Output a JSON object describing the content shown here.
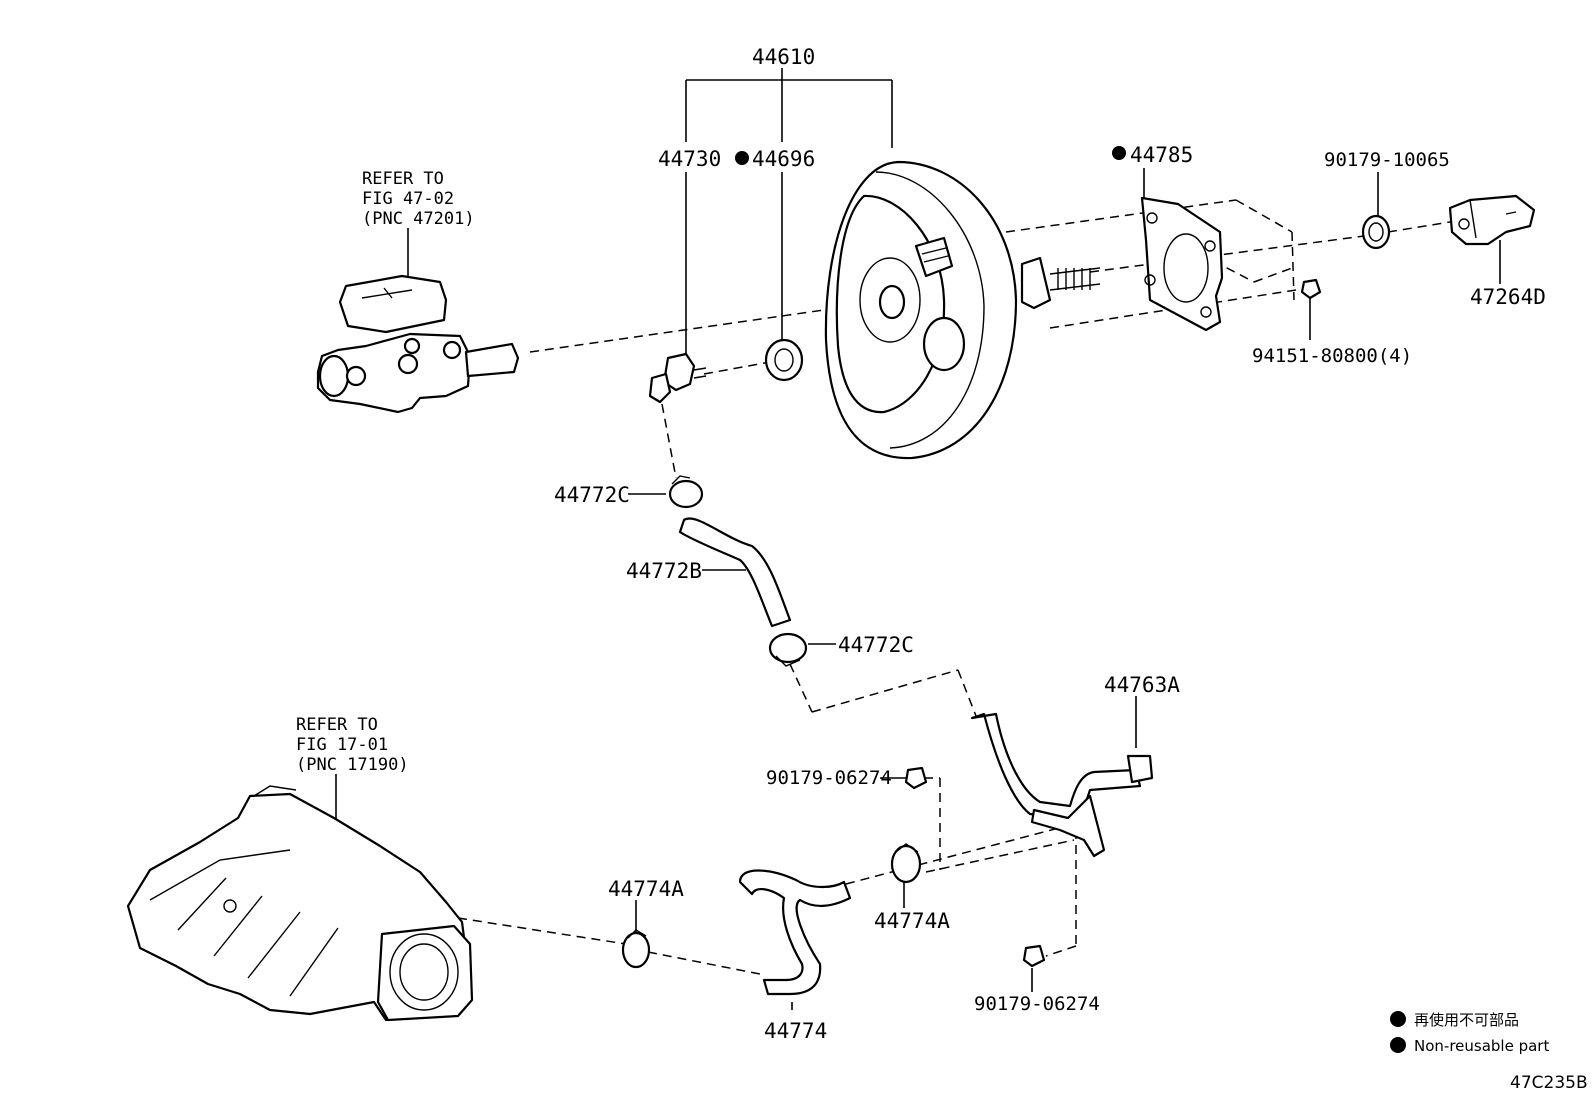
{
  "labels": {
    "booster_assy": "44610",
    "check_valve": "44730",
    "grommet": "44696",
    "gasket": "44785",
    "clevis_pin": "90179-10065",
    "clevis": "47264D",
    "nut_booster": "94151-80800(4)",
    "clip_upper": "44772C",
    "hose_upper": "44772B",
    "clip_mid": "44772C",
    "tube": "44763A",
    "nut_tube_upper": "90179-06274",
    "clip_lower_right": "44774A",
    "clip_lower_left": "44774A",
    "hose_lower": "44774",
    "nut_tube_lower": "90179-06274"
  },
  "marked": {
    "grommet": true,
    "gasket": true
  },
  "refs": {
    "master_cylinder": [
      "REFER TO",
      "FIG 47-02",
      "(PNC 47201)"
    ],
    "intake_manifold": [
      "REFER TO",
      "FIG 17-01",
      "(PNC 17190)"
    ]
  },
  "legend": {
    "line1": "再使用不可部品",
    "line2": "Non-reusable part"
  },
  "figure_code": "47C235B"
}
